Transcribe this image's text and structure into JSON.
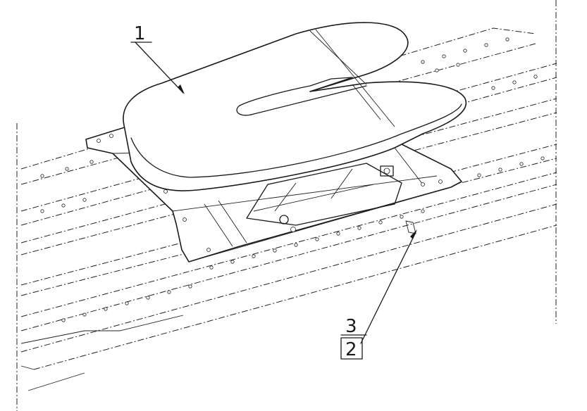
{
  "callouts": {
    "part_1": "1",
    "part_3": "3",
    "part_2": "2"
  }
}
